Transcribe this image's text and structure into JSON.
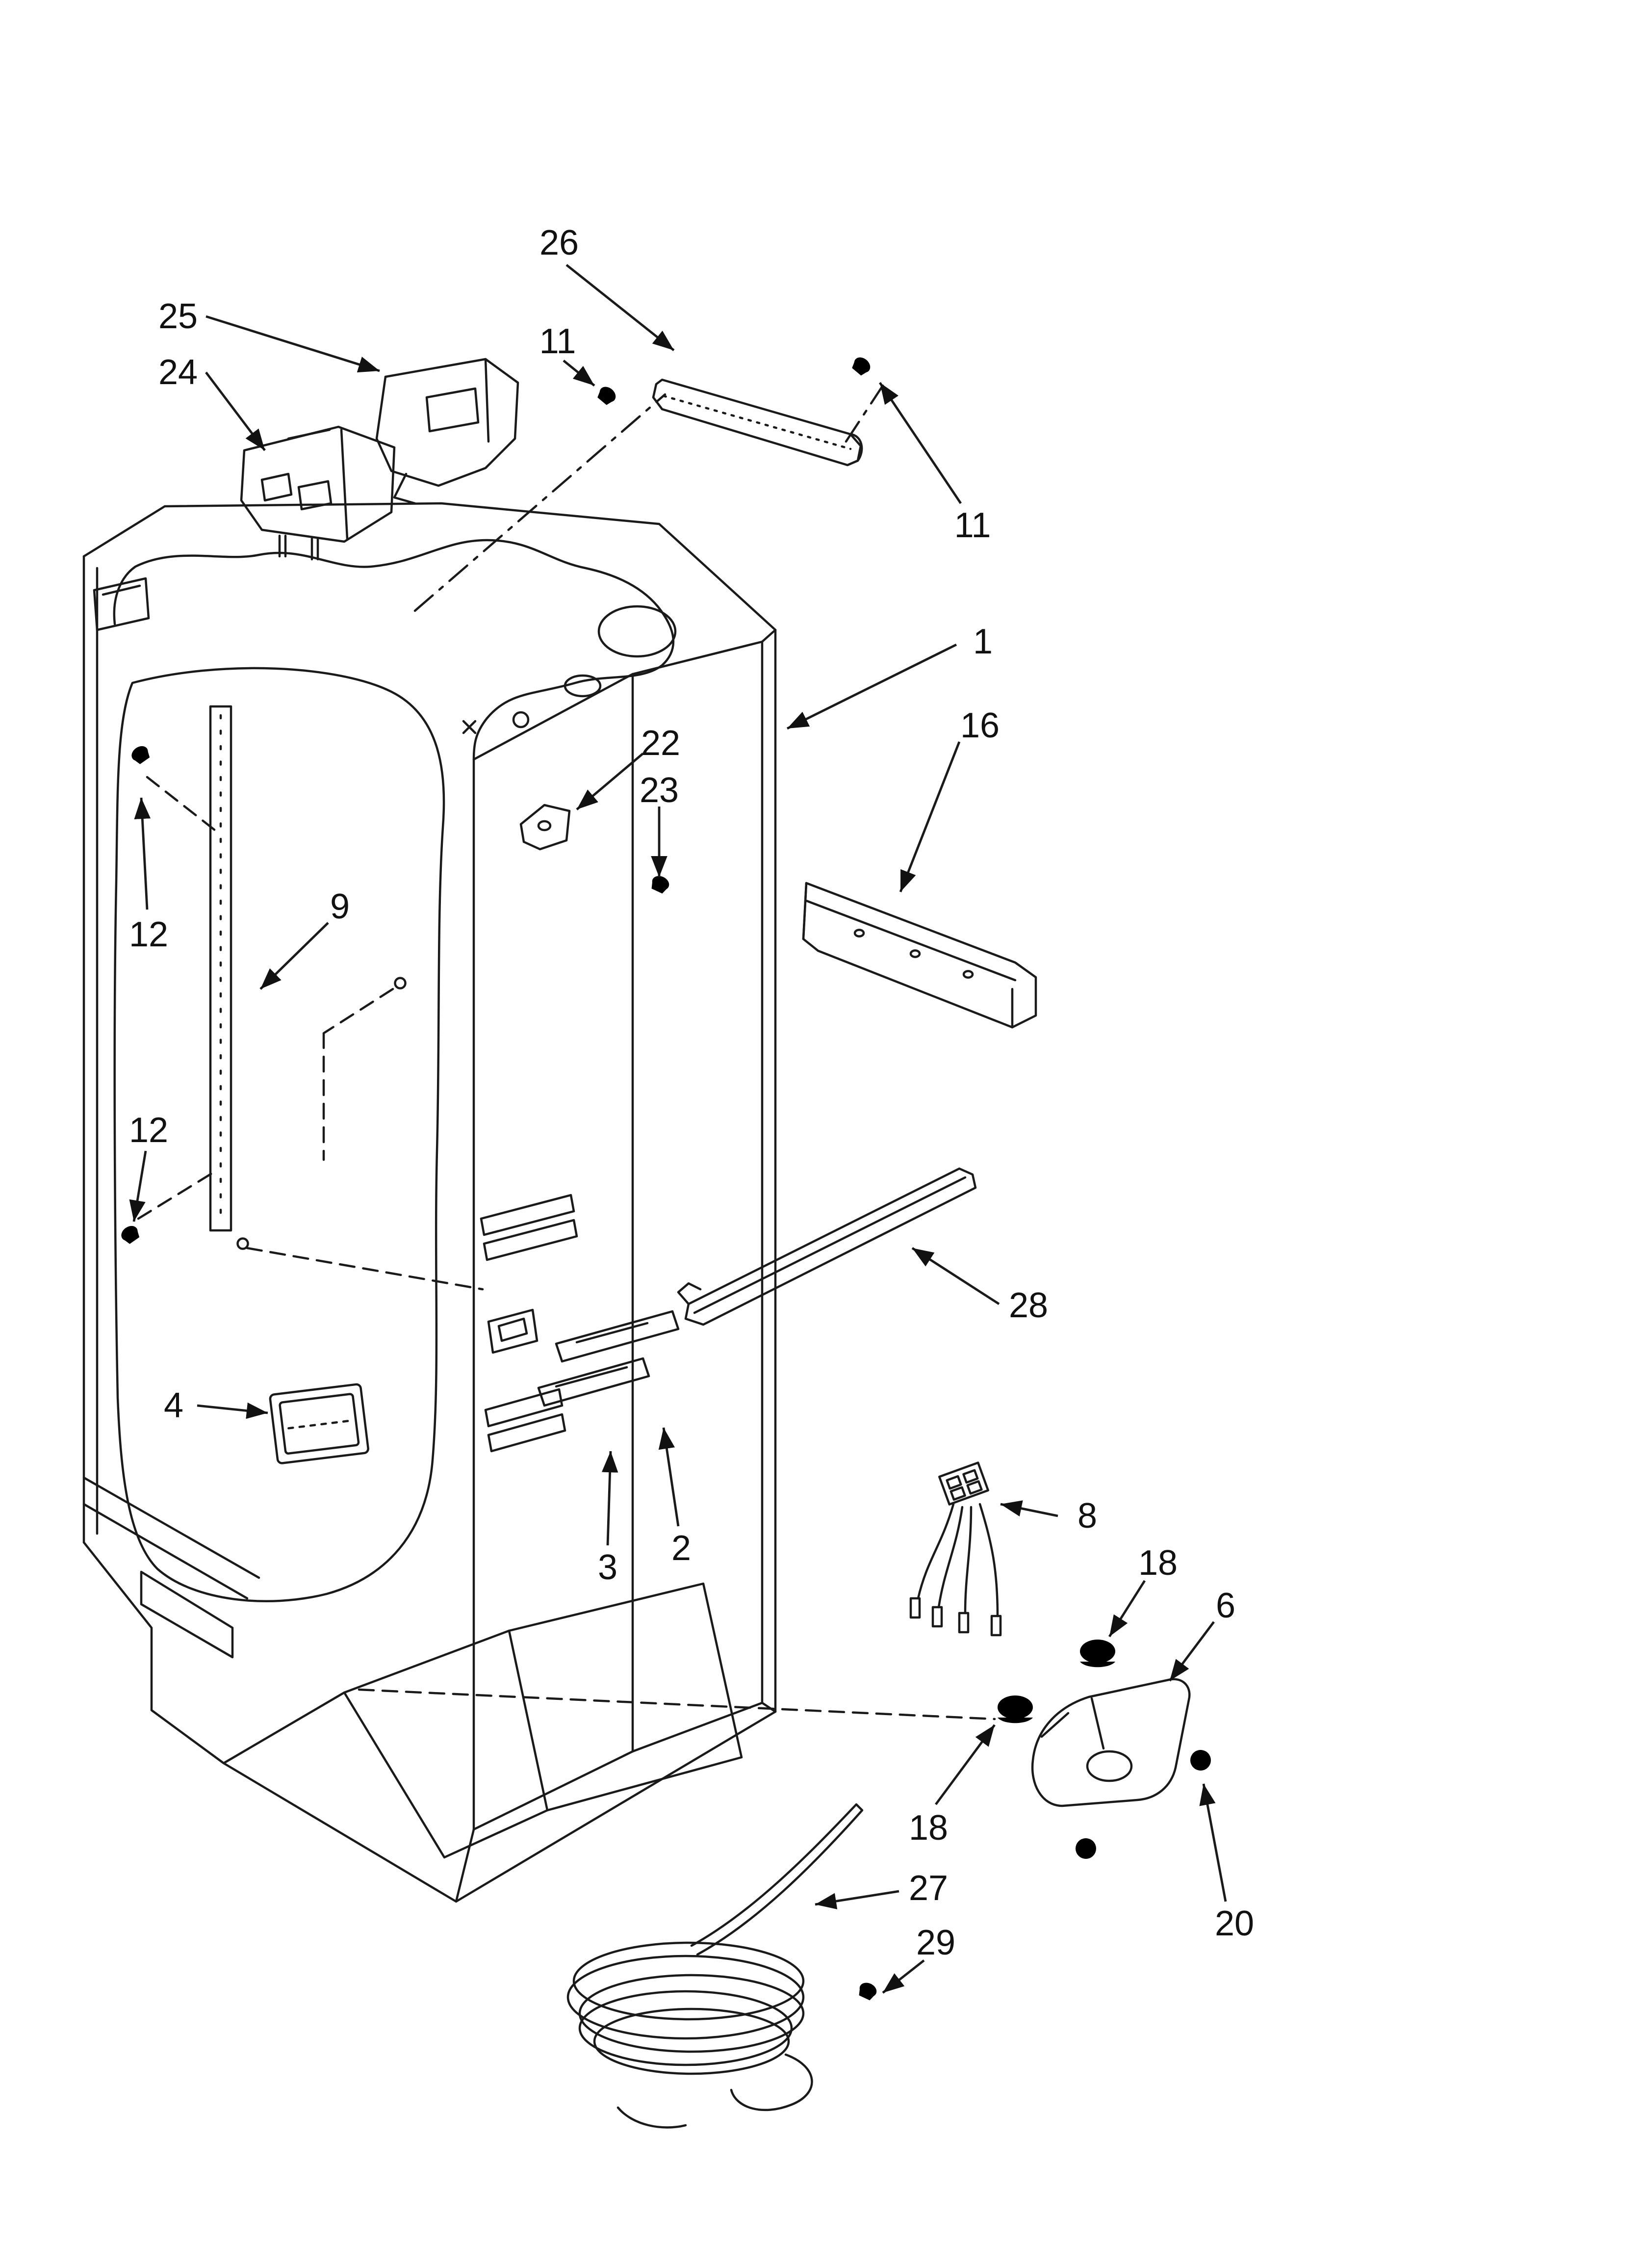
{
  "diagram": {
    "background_color": "#ffffff",
    "line_color": "#1a1a1a",
    "callouts": [
      {
        "label": "26"
      },
      {
        "label": "25"
      },
      {
        "label": "24"
      },
      {
        "label": "11"
      },
      {
        "label": "11"
      },
      {
        "label": "1"
      },
      {
        "label": "16"
      },
      {
        "label": "22"
      },
      {
        "label": "23"
      },
      {
        "label": "12"
      },
      {
        "label": "9"
      },
      {
        "label": "12"
      },
      {
        "label": "4"
      },
      {
        "label": "3"
      },
      {
        "label": "2"
      },
      {
        "label": "28"
      },
      {
        "label": "8"
      },
      {
        "label": "18"
      },
      {
        "label": "6"
      },
      {
        "label": "18"
      },
      {
        "label": "27"
      },
      {
        "label": "29"
      },
      {
        "label": "20"
      }
    ]
  }
}
